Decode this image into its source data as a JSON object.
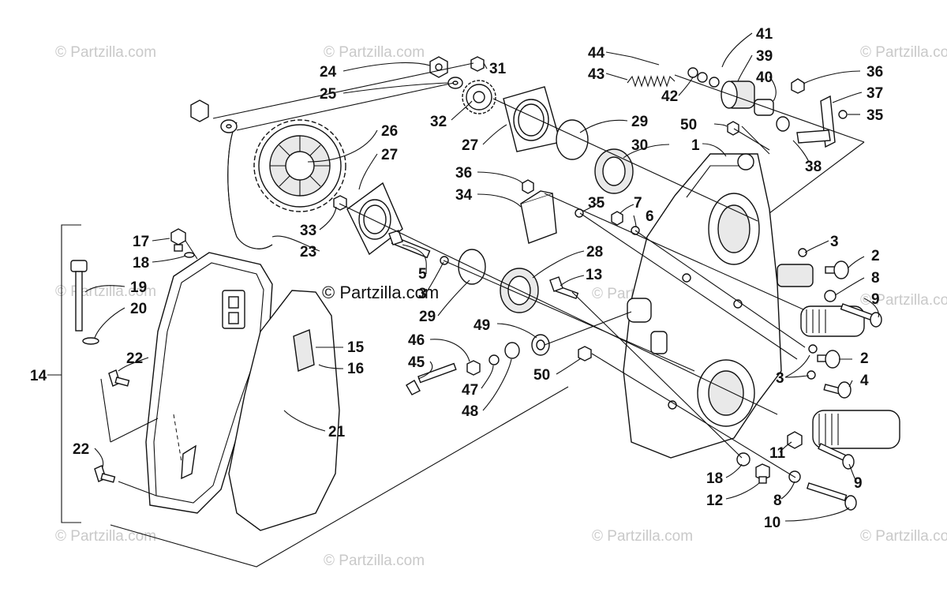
{
  "callouts": {
    "n1": "1",
    "n2": "2",
    "n3": "3",
    "n4": "4",
    "n5": "5",
    "n6": "6",
    "n7": "7",
    "n8": "8",
    "n9": "9",
    "n10": "10",
    "n11": "11",
    "n12": "12",
    "n13": "13",
    "n14": "14",
    "n15": "15",
    "n16": "16",
    "n17": "17",
    "n18": "18",
    "n19": "19",
    "n20": "20",
    "n21": "21",
    "n22": "22",
    "n23": "23",
    "n24": "24",
    "n25": "25",
    "n26": "26",
    "n27": "27",
    "n28": "28",
    "n29": "29",
    "n30": "30",
    "n31": "31",
    "n32": "32",
    "n33": "33",
    "n34": "34",
    "n35": "35",
    "n36": "36",
    "n37": "37",
    "n38": "38",
    "n39": "39",
    "n40": "40",
    "n41": "41",
    "n42": "42",
    "n43": "43",
    "n44": "44",
    "n45": "45",
    "n46": "46",
    "n47": "47",
    "n48": "48",
    "n49": "49",
    "n50": "50"
  },
  "watermark": {
    "text": "© Partzilla.com",
    "center_text": "© Partzilla.com"
  },
  "colors": {
    "ink": "#111111",
    "watermark": "#c9c9c9",
    "background": "#ffffff"
  }
}
